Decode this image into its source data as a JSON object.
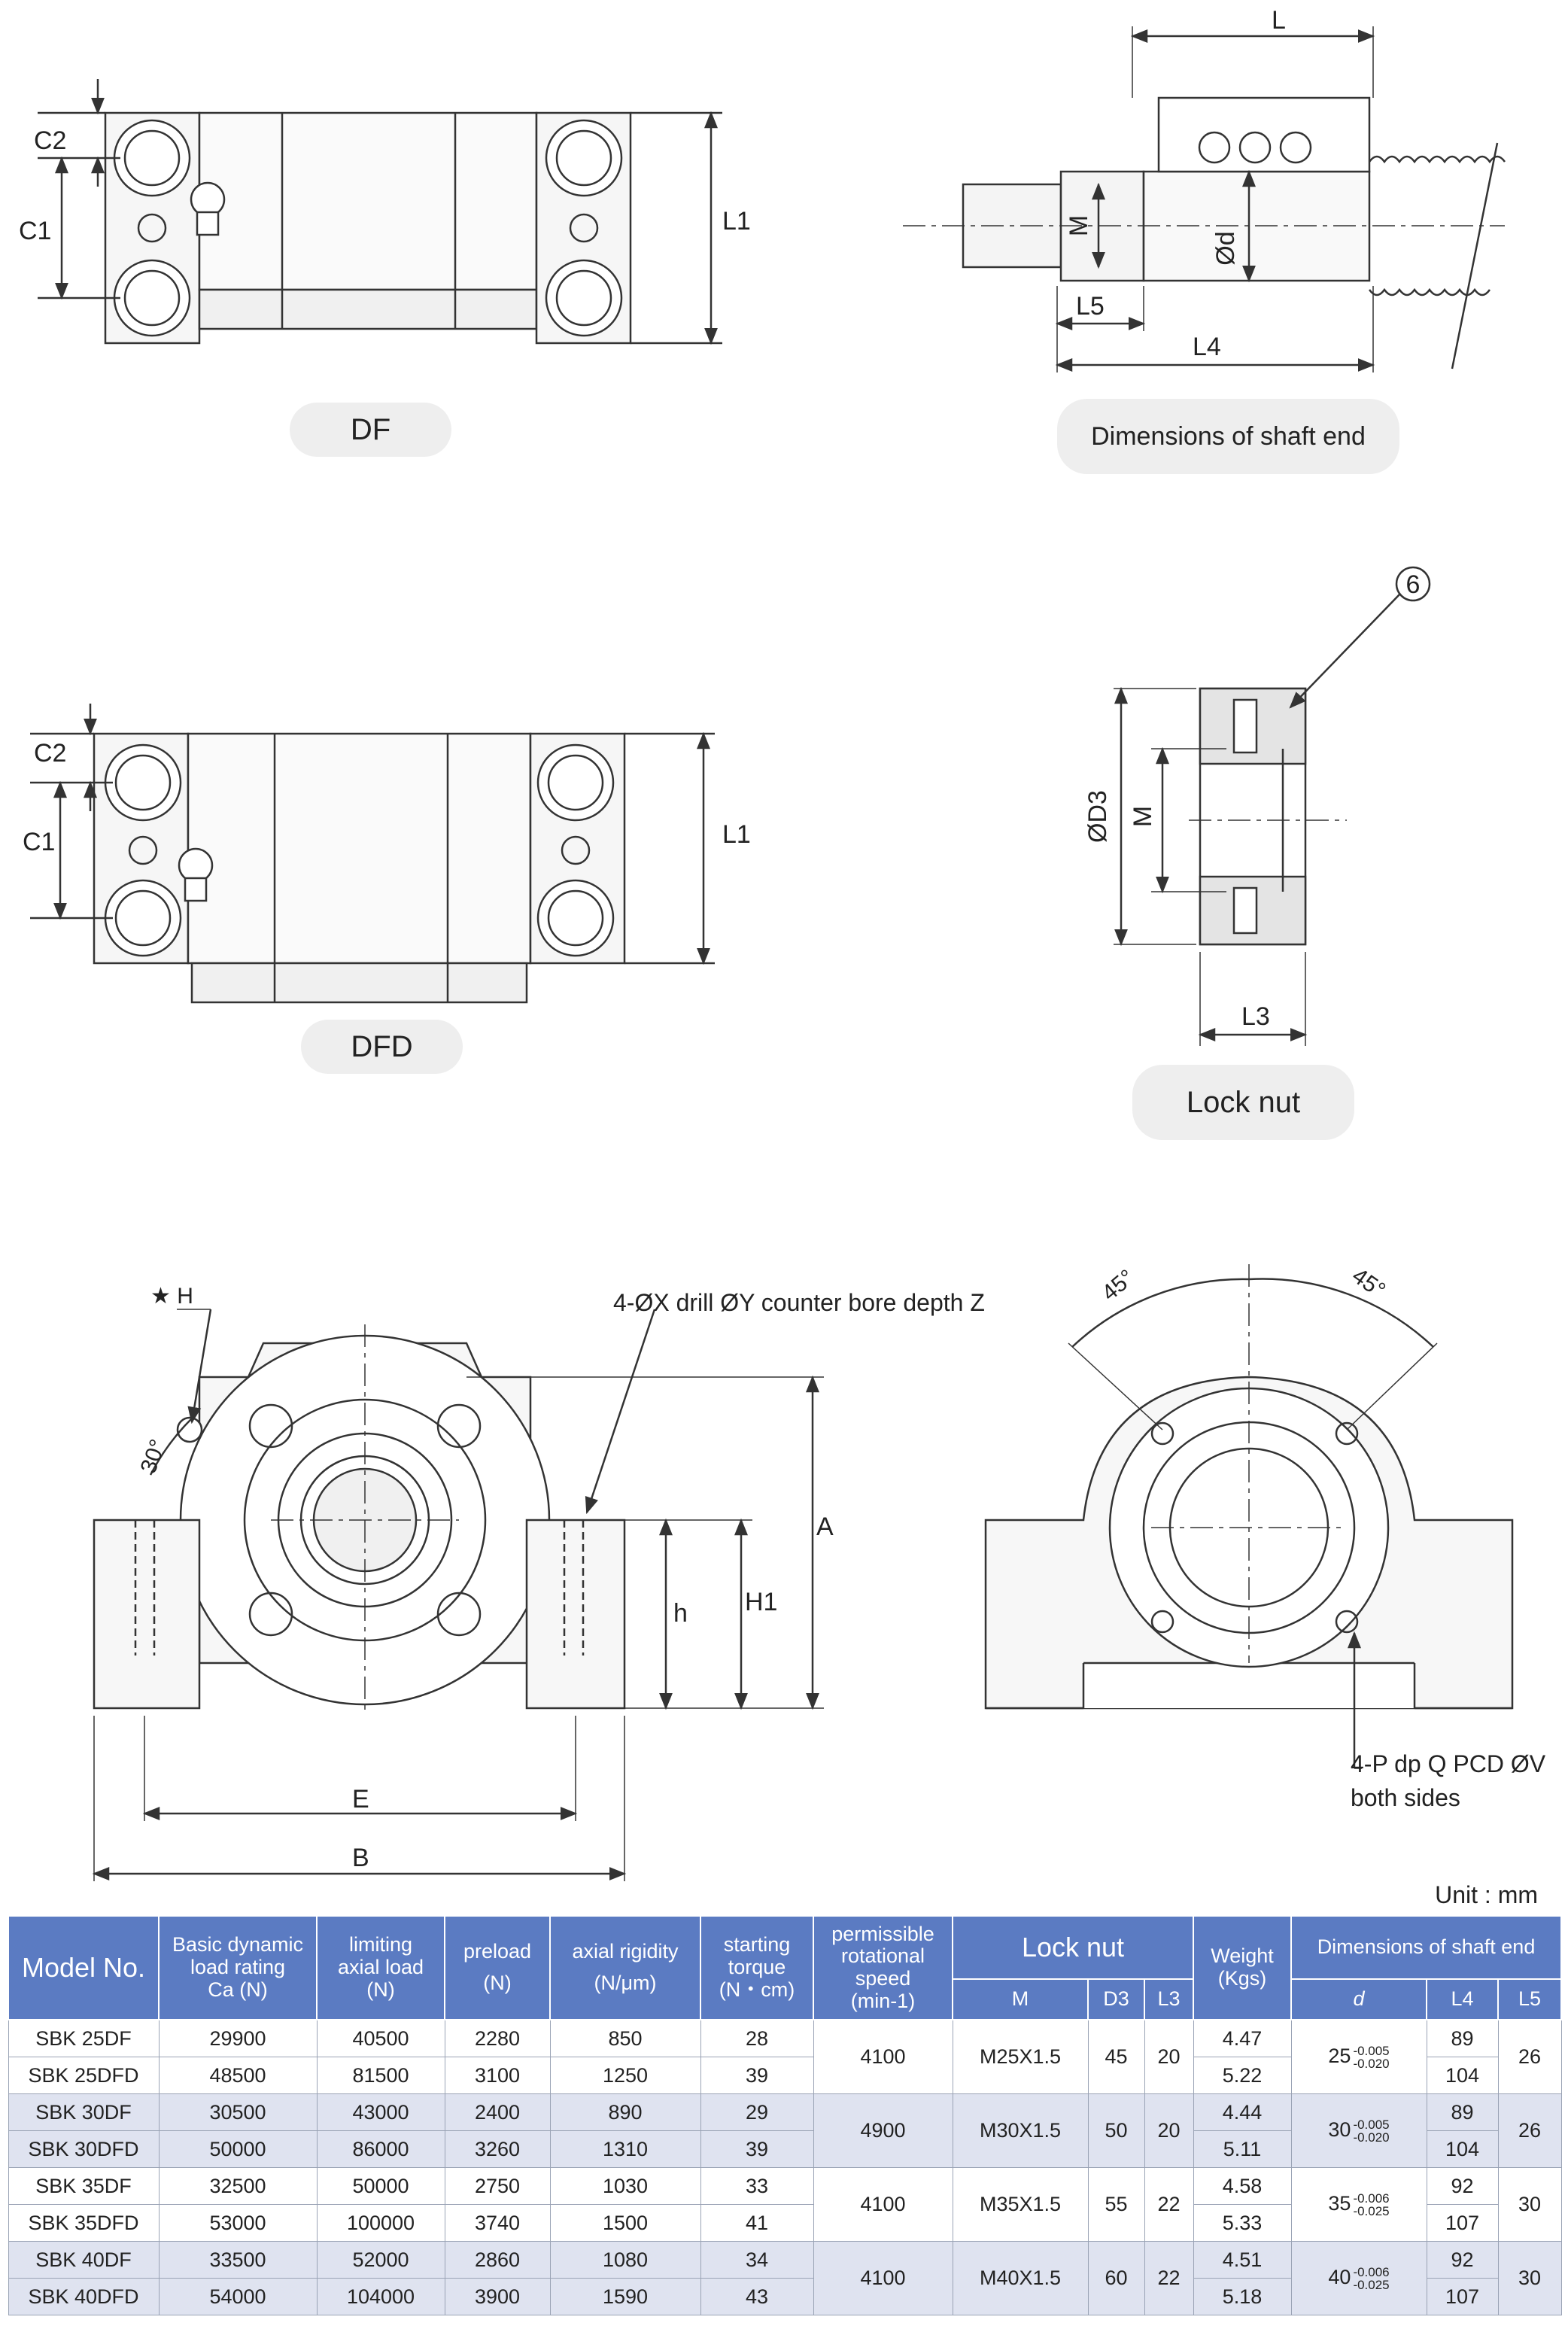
{
  "views": {
    "df_label": "DF",
    "dfd_label": "DFD",
    "shaft_end_label": "Dimensions of shaft end",
    "lock_nut_label": "Lock nut"
  },
  "dims": {
    "c2": "C2",
    "c1": "C1",
    "l1": "L1",
    "l": "L",
    "m": "M",
    "d": "Ød",
    "l5": "L5",
    "l4": "L4",
    "item6": "6",
    "d3": "ØD3",
    "l3": "L3",
    "star_h": "★ H",
    "angle30": "30°",
    "drill_note": "4-ØX drill ØY counter bore depth Z",
    "a": "A",
    "h": "h",
    "h1": "H1",
    "e": "E",
    "b": "B",
    "angle45": "45°",
    "tap_note_1": "4-P dp Q PCD ØV",
    "tap_note_2": "both sides"
  },
  "table": {
    "unit": "Unit : mm",
    "headers": {
      "model": "Model No.",
      "dynamic_1": "Basic dynamic",
      "dynamic_2": "load rating",
      "dynamic_3": "Ca (N)",
      "axial_1": "limiting",
      "axial_2": "axial load",
      "axial_3": "(N)",
      "preload_1": "preload",
      "preload_2": "(N)",
      "rigidity_1": "axial rigidity",
      "rigidity_2": "(N/μm)",
      "torque_1": "starting",
      "torque_2": "torque",
      "torque_3": "(N・cm)",
      "speed_1": "permissible",
      "speed_2": "rotational",
      "speed_3": "speed",
      "speed_4": "(min-1)",
      "lock_nut": "Lock nut",
      "lock_m": "M",
      "lock_d3": "D3",
      "lock_l3": "L3",
      "weight_1": "Weight",
      "weight_2": "(Kgs)",
      "shaft_end": "Dimensions of shaft end",
      "shaft_d": "d",
      "shaft_l4": "L4",
      "shaft_l5": "L5"
    },
    "rows": [
      {
        "model": "SBK 25DF",
        "ca": "29900",
        "axial": "40500",
        "preload": "2280",
        "rigidity": "850",
        "torque": "28",
        "weight": "4.47",
        "l4": "89"
      },
      {
        "model": "SBK 25DFD",
        "ca": "48500",
        "axial": "81500",
        "preload": "3100",
        "rigidity": "1250",
        "torque": "39",
        "weight": "5.22",
        "l4": "104"
      },
      {
        "model": "SBK 30DF",
        "ca": "30500",
        "axial": "43000",
        "preload": "2400",
        "rigidity": "890",
        "torque": "29",
        "weight": "4.44",
        "l4": "89"
      },
      {
        "model": "SBK 30DFD",
        "ca": "50000",
        "axial": "86000",
        "preload": "3260",
        "rigidity": "1310",
        "torque": "39",
        "weight": "5.11",
        "l4": "104"
      },
      {
        "model": "SBK 35DF",
        "ca": "32500",
        "axial": "50000",
        "preload": "2750",
        "rigidity": "1030",
        "torque": "33",
        "weight": "4.58",
        "l4": "92"
      },
      {
        "model": "SBK 35DFD",
        "ca": "53000",
        "axial": "100000",
        "preload": "3740",
        "rigidity": "1500",
        "torque": "41",
        "weight": "5.33",
        "l4": "107"
      },
      {
        "model": "SBK 40DF",
        "ca": "33500",
        "axial": "52000",
        "preload": "2860",
        "rigidity": "1080",
        "torque": "34",
        "weight": "4.51",
        "l4": "92"
      },
      {
        "model": "SBK 40DFD",
        "ca": "54000",
        "axial": "104000",
        "preload": "3900",
        "rigidity": "1590",
        "torque": "43",
        "weight": "5.18",
        "l4": "107"
      }
    ],
    "groups": [
      {
        "speed": "4100",
        "m": "M25X1.5",
        "d3": "45",
        "l3": "20",
        "d_nom": "25",
        "d_upper": "-0.005",
        "d_lower": "-0.020",
        "l5": "26"
      },
      {
        "speed": "4900",
        "m": "M30X1.5",
        "d3": "50",
        "l3": "20",
        "d_nom": "30",
        "d_upper": "-0.005",
        "d_lower": "-0.020",
        "l5": "26"
      },
      {
        "speed": "4100",
        "m": "M35X1.5",
        "d3": "55",
        "l3": "22",
        "d_nom": "35",
        "d_upper": "-0.006",
        "d_lower": "-0.025",
        "l5": "30"
      },
      {
        "speed": "4100",
        "m": "M40X1.5",
        "d3": "60",
        "l3": "22",
        "d_nom": "40",
        "d_upper": "-0.006",
        "d_lower": "-0.025",
        "l5": "30"
      }
    ]
  }
}
